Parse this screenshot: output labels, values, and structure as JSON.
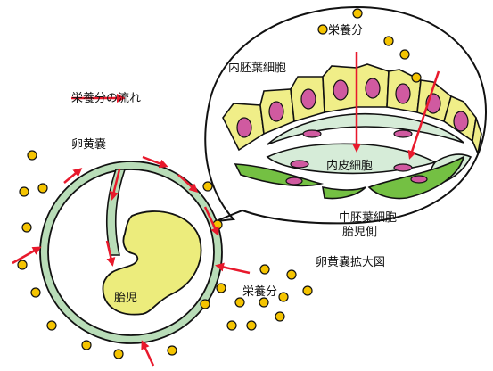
{
  "labels": {
    "nutrient_top": "栄養分",
    "endoderm": "内胚葉細胞",
    "legend": "栄養分の流れ",
    "yolk_sac": "卵黄嚢",
    "endothelial": "内皮細胞",
    "mesoderm": "中胚葉細胞",
    "fetal_side": "胎児側",
    "yolk_sac_enlarged": "卵黄嚢拡大図",
    "nutrient_bottom": "栄養分",
    "fetus": "胎児"
  },
  "colors": {
    "arrow": "#e8192c",
    "nutrient_dot": "#f5c400",
    "endoderm_fill": "#f0ee88",
    "nucleus": "#d05aa0",
    "endothelial_fill": "#d6ecd8",
    "mesoderm_fill": "#74c043",
    "wall_fill": "#b9ddb8",
    "fetus_fill": "#ecec7c"
  }
}
